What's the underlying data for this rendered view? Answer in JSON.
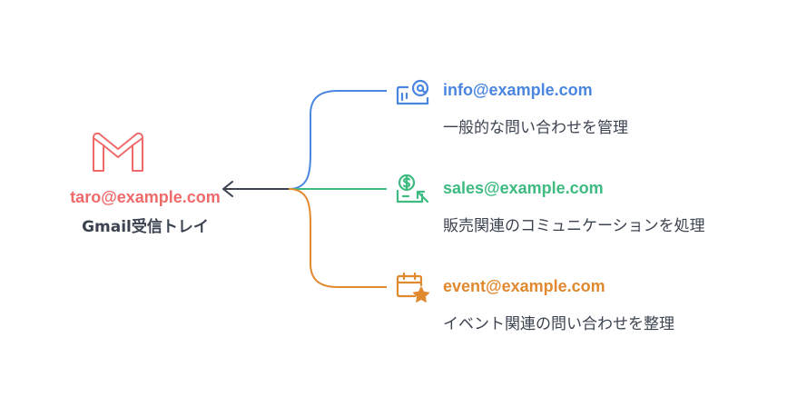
{
  "hub": {
    "email": "taro@example.com",
    "label": "Gmail受信トレイ",
    "icon": "gmail-icon",
    "color": "#ef6b6b"
  },
  "branches": [
    {
      "email": "info@example.com",
      "description": "一般的な問い合わせを管理",
      "icon": "mailbox-icon",
      "color": "#4a86e0"
    },
    {
      "email": "sales@example.com",
      "description": "販売関連のコミュニケーションを処理",
      "icon": "sales-dollar-icon",
      "color": "#3dbb80"
    },
    {
      "email": "event@example.com",
      "description": "イベント関連の問い合わせを整理",
      "icon": "calendar-star-icon",
      "color": "#e0892f"
    }
  ]
}
